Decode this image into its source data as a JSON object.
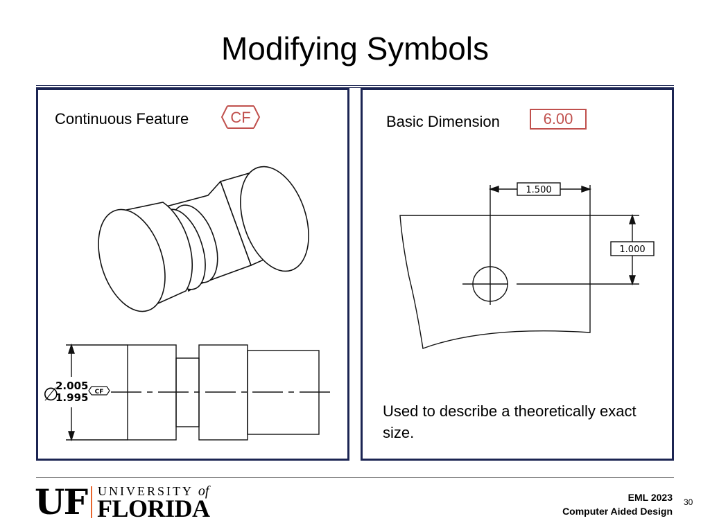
{
  "slide": {
    "title": "Modifying Symbols",
    "page_number": "30"
  },
  "left_panel": {
    "label": "Continuous Feature",
    "symbol_text": "CF",
    "dimension": {
      "diameter_symbol": "∅",
      "upper": "2.005",
      "lower": "1.995",
      "modifier": "CF"
    }
  },
  "right_panel": {
    "label": "Basic Dimension",
    "basic_value": "6.00",
    "horizontal_dim": "1.500",
    "vertical_dim": "1.000",
    "description": "Used to describe a theoretically exact size."
  },
  "footer": {
    "logo_mark": "UF",
    "logo_line1": "UNIVERSITY",
    "logo_of": "of",
    "logo_line2": "FLORIDA",
    "course_code": "EML 2023",
    "course_name": "Computer Aided Design"
  },
  "colors": {
    "panel_border": "#1b2452",
    "symbol_red": "#c0504d",
    "logo_orange": "#e8652c"
  }
}
